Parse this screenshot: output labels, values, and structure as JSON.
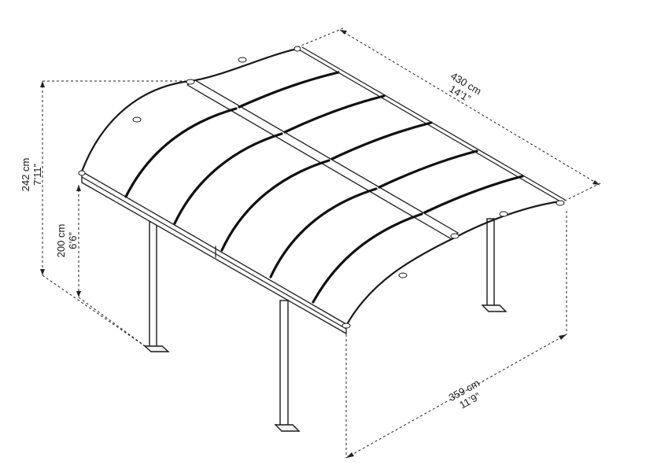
{
  "dimensions": {
    "length": {
      "metric": "430 cm",
      "imperial": "14’1”"
    },
    "total_height": {
      "metric": "242 cm",
      "imperial": "7’11”"
    },
    "clear_height": {
      "metric": "200 cm",
      "imperial": "6’6”"
    },
    "depth": {
      "metric": "359 cm",
      "imperial": "11’9”"
    }
  },
  "colors": {
    "line": "#1a1a1a",
    "background": "#ffffff"
  }
}
